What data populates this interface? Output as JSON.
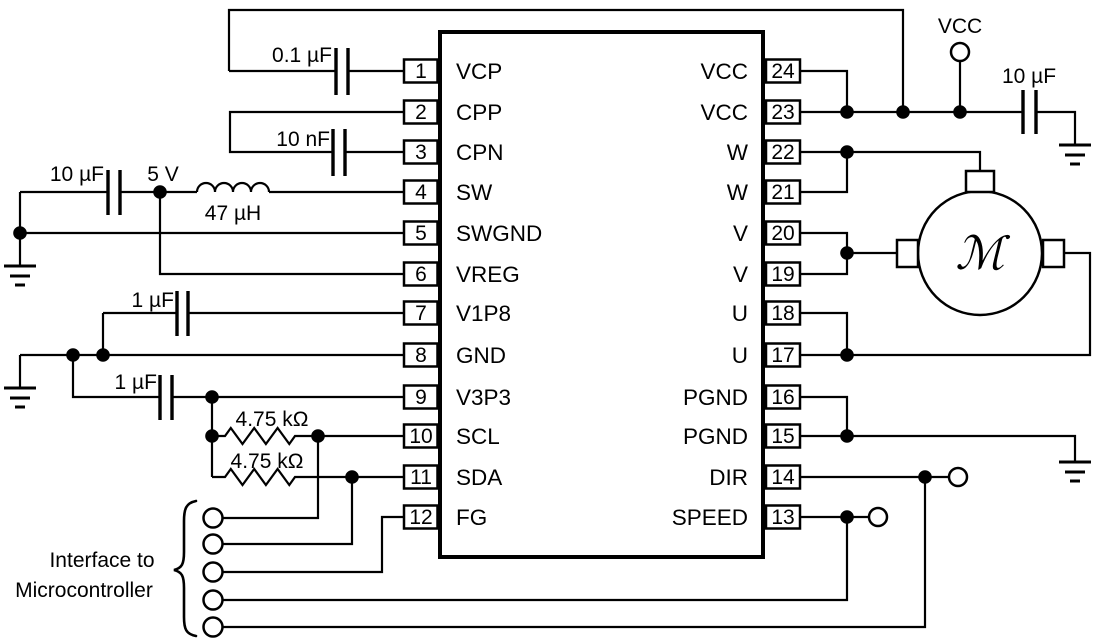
{
  "colors": {
    "wire": "#000000",
    "background": "#ffffff"
  },
  "ic": {
    "left_pins": [
      {
        "number": "1",
        "name": "VCP"
      },
      {
        "number": "2",
        "name": "CPP"
      },
      {
        "number": "3",
        "name": "CPN"
      },
      {
        "number": "4",
        "name": "SW"
      },
      {
        "number": "5",
        "name": "SWGND"
      },
      {
        "number": "6",
        "name": "VREG"
      },
      {
        "number": "7",
        "name": "V1P8"
      },
      {
        "number": "8",
        "name": "GND"
      },
      {
        "number": "9",
        "name": "V3P3"
      },
      {
        "number": "10",
        "name": "SCL"
      },
      {
        "number": "11",
        "name": "SDA"
      },
      {
        "number": "12",
        "name": "FG"
      }
    ],
    "right_pins": [
      {
        "number": "24",
        "name": "VCC"
      },
      {
        "number": "23",
        "name": "VCC"
      },
      {
        "number": "22",
        "name": "W"
      },
      {
        "number": "21",
        "name": "W"
      },
      {
        "number": "20",
        "name": "V"
      },
      {
        "number": "19",
        "name": "V"
      },
      {
        "number": "18",
        "name": "U"
      },
      {
        "number": "17",
        "name": "U"
      },
      {
        "number": "16",
        "name": "PGND"
      },
      {
        "number": "15",
        "name": "PGND"
      },
      {
        "number": "14",
        "name": "DIR"
      },
      {
        "number": "13",
        "name": "SPEED"
      }
    ]
  },
  "components": {
    "vcp_cap": "0.1 µF",
    "cpn_cap": "10 nF",
    "input_cap": "10 µF",
    "supply_label": "5 V",
    "inductor": "47 µH",
    "v1p8_cap": "1 µF",
    "v3p3_cap": "1 µF",
    "scl_pullup": "4.75 kΩ",
    "sda_pullup": "4.75 kΩ",
    "vcc_terminal": "VCC",
    "vcc_cap": "10 µF",
    "motor_symbol": "ℳ"
  },
  "annotations": {
    "interface_line1": "Interface to",
    "interface_line2": "Microcontroller"
  }
}
